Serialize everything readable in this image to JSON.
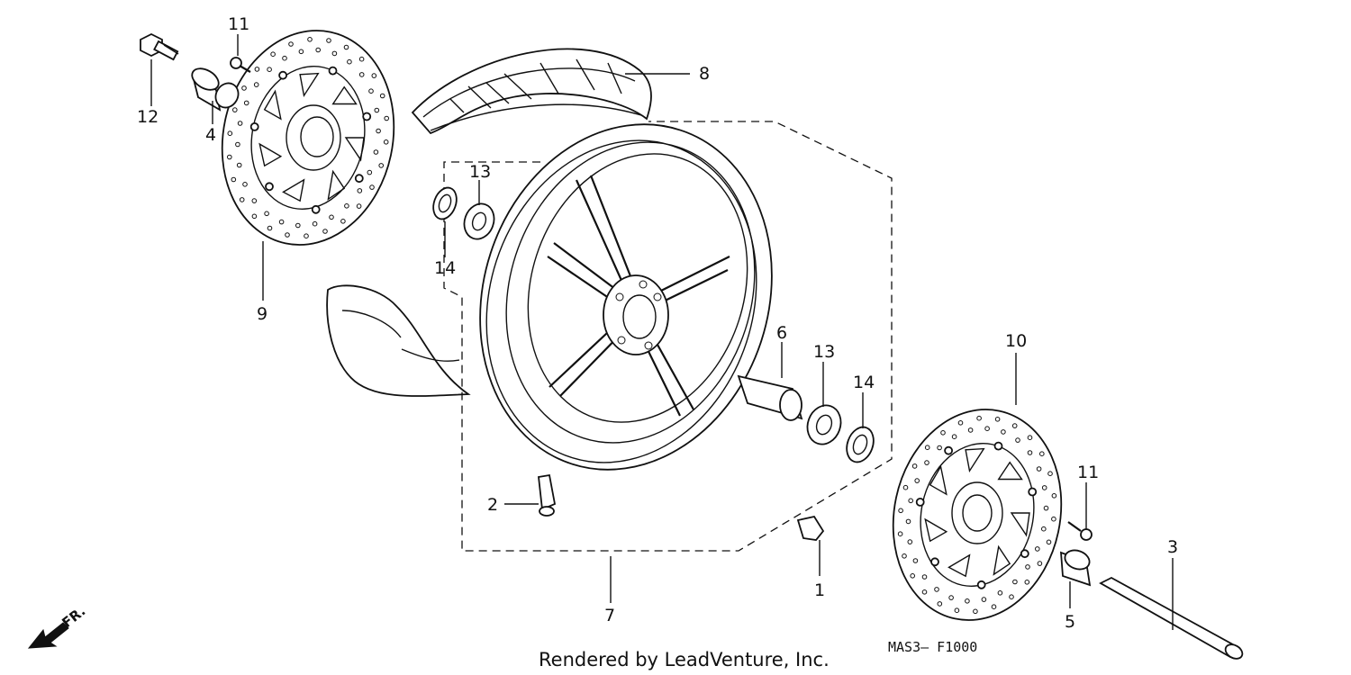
{
  "diagram": {
    "part_numbers": {
      "p1": "1",
      "p2": "2",
      "p3": "3",
      "p4": "4",
      "p5": "5",
      "p6": "6",
      "p7": "7",
      "p8": "8",
      "p9": "9",
      "p10": "10",
      "p11a": "11",
      "p11b": "11",
      "p12": "12",
      "p13a": "13",
      "p13b": "13",
      "p14a": "14",
      "p14b": "14"
    },
    "direction_label": "FR.",
    "credit": "Rendered by LeadVenture, Inc.",
    "diagram_code": "MAS3— F1000",
    "icons": [
      "front-direction-arrow-icon"
    ],
    "colors": {
      "ink": "#111111",
      "paper": "#ffffff"
    }
  }
}
